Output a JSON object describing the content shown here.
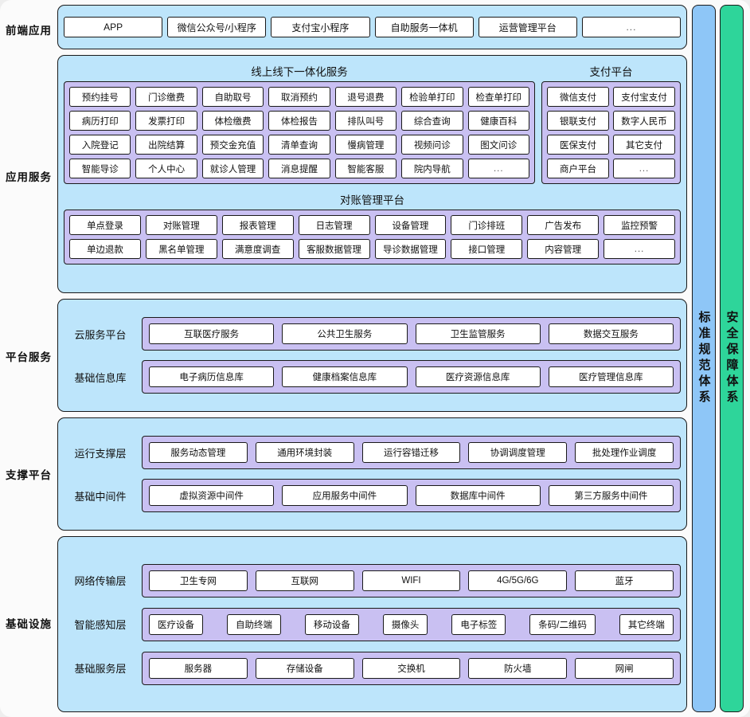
{
  "layers": {
    "frontend": "前端应用",
    "app_service": "应用服务",
    "platform_service": "平台服务",
    "support_platform": "支撑平台",
    "infrastructure": "基础设施"
  },
  "frontend": {
    "items": [
      "APP",
      "微信公众号/小程序",
      "支付宝小程序",
      "自助服务一体机",
      "运营管理平台",
      "..."
    ]
  },
  "app_service": {
    "online_offline": {
      "title": "线上线下一体化服务",
      "rows": [
        [
          "预约挂号",
          "门诊缴费",
          "自助取号",
          "取消预约",
          "退号退费",
          "检验单打印",
          "检查单打印"
        ],
        [
          "病历打印",
          "发票打印",
          "体检缴费",
          "体检报告",
          "排队叫号",
          "综合查询",
          "健康百科"
        ],
        [
          "入院登记",
          "出院结算",
          "预交金充值",
          "清单查询",
          "慢病管理",
          "视频问诊",
          "图文问诊"
        ],
        [
          "智能导诊",
          "个人中心",
          "就诊人管理",
          "消息提醒",
          "智能客服",
          "院内导航",
          "..."
        ]
      ]
    },
    "payment": {
      "title": "支付平台",
      "items": [
        "微信支付",
        "支付宝支付",
        "银联支付",
        "数字人民币",
        "医保支付",
        "其它支付",
        "商户平台",
        "..."
      ]
    },
    "reconciliation": {
      "title": "对账管理平台",
      "rows": [
        [
          "单点登录",
          "对账管理",
          "报表管理",
          "日志管理",
          "设备管理",
          "门诊排班",
          "广告发布",
          "监控预警"
        ],
        [
          "单边退款",
          "黑名单管理",
          "满意度调查",
          "客服数据管理",
          "导诊数据管理",
          "接口管理",
          "内容管理",
          "..."
        ]
      ]
    }
  },
  "platform_service": {
    "rows": [
      {
        "label": "云服务平台",
        "items": [
          "互联医疗服务",
          "公共卫生服务",
          "卫生监管服务",
          "数据交互服务"
        ]
      },
      {
        "label": "基础信息库",
        "items": [
          "电子病历信息库",
          "健康档案信息库",
          "医疗资源信息库",
          "医疗管理信息库"
        ]
      }
    ]
  },
  "support_platform": {
    "rows": [
      {
        "label": "运行支撑层",
        "items": [
          "服务动态管理",
          "通用环境封装",
          "运行容错迁移",
          "协调调度管理",
          "批处理作业调度"
        ]
      },
      {
        "label": "基础中间件",
        "items": [
          "虚拟资源中间件",
          "应用服务中间件",
          "数据库中间件",
          "第三方服务中间件"
        ]
      }
    ]
  },
  "infrastructure": {
    "rows": [
      {
        "label": "网络传输层",
        "items": [
          "卫生专网",
          "互联网",
          "WIFI",
          "4G/5G/6G",
          "蓝牙"
        ]
      },
      {
        "label": "智能感知层",
        "items": [
          "医疗设备",
          "自助终端",
          "移动设备",
          "摄像头",
          "电子标签",
          "条码/二维码",
          "其它终端"
        ]
      },
      {
        "label": "基础服务层",
        "items": [
          "服务器",
          "存储设备",
          "交换机",
          "防火墙",
          "网闸"
        ]
      }
    ]
  },
  "vertical_bars": [
    {
      "label": "标准规范体系",
      "color": "#8ec6f7"
    },
    {
      "label": "安全保障体系",
      "color": "#2ed59a"
    }
  ],
  "colors": {
    "band_bg": "#bde5fb",
    "group_bg": "#c9c0f2",
    "chip_bg": "#ffffff",
    "border": "#1a1a1a",
    "page_bg": "#fbfbfb"
  }
}
